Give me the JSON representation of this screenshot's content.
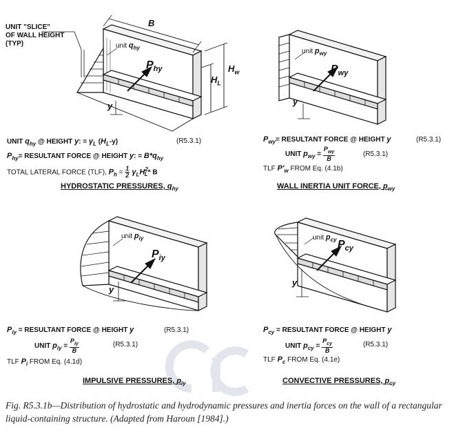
{
  "diagram": {
    "callout": {
      "line1": "UNIT \"SLICE\"",
      "line2": "OF WALL HEIGHT",
      "line3": "(TYP)"
    },
    "panels": {
      "hydrostatic": {
        "dim_B": "B",
        "dim_HW": "H",
        "dim_HW_sub": "w",
        "dim_HL": "H",
        "dim_HL_sub": "L",
        "unit_label": "unit",
        "unit_sym": "q",
        "unit_sub": "hy",
        "force_sym": "P",
        "force_sub": "hy",
        "y_label": "y",
        "eq1": "UNIT q hy @ HEIGHT y: = γ L (H L -y)",
        "eq1_parts": [
          "UNIT ",
          "q",
          "hy",
          " @  HEIGHT ",
          "y",
          ":  = ",
          "γ",
          "L",
          " (",
          "H",
          "L",
          "-y)"
        ],
        "eq2_parts": [
          "P",
          "hy",
          "= RESULTANT FORCE @ HEIGHT ",
          "y",
          ":  = ",
          "B*q",
          "hy"
        ],
        "eq3_parts": [
          "TOTAL LATERAL FORCE (TLF), ",
          "P",
          "h",
          " = ",
          "1",
          "2",
          " γ",
          "L",
          "H",
          "2",
          "L",
          "* B"
        ],
        "ref": "(R5.3.1)",
        "title_parts": [
          "HYDROSTATIC PRESSURES,  ",
          "q",
          "hy"
        ]
      },
      "wall_inertia": {
        "unit_label": "unit",
        "unit_sym": "p",
        "unit_sub": "wy",
        "force_sym": "P",
        "force_sub": "wy",
        "y_label": "y",
        "eq1_parts": [
          "P",
          "wy",
          "= RESULTANT FORCE @ HEIGHT ",
          "y"
        ],
        "ref1": "(R5.3.1)",
        "eq2_prefix": "UNIT ",
        "eq2_sym": "p",
        "eq2_sub": "wy",
        "eq2_num": "P",
        "eq2_num_sub": "wy",
        "eq2_den": "B",
        "ref2": "(R5.3.1)",
        "tlf_parts": [
          "TLF  ",
          "P'",
          "w",
          "  FROM  Eq. (4.1b)"
        ],
        "title_parts": [
          "WALL INERTIA UNIT FORCE, ",
          "p",
          "wy"
        ]
      },
      "impulsive": {
        "unit_label": "unit",
        "unit_sym": "p",
        "unit_sub": "iy",
        "force_sym": "P",
        "force_sub": "iy",
        "y_label": "y",
        "eq1_parts": [
          "P",
          "iy",
          " = RESULTANT FORCE @ HEIGHT ",
          "y"
        ],
        "ref1": "(R5.3.1)",
        "eq2_prefix": "UNIT ",
        "eq2_sym": "p",
        "eq2_sub": "iy",
        "eq2_num": "P",
        "eq2_num_sub": "iy",
        "eq2_den": "B",
        "ref2": "(R5.3.1)",
        "tlf_parts": [
          "TLF  ",
          "P",
          "i",
          "  FROM  Eq. (4.1d)"
        ],
        "title_parts": [
          "IMPULSIVE PRESSURES, ",
          "p",
          "iy"
        ]
      },
      "convective": {
        "unit_label": "unit",
        "unit_sym": "p",
        "unit_sub": "cy",
        "force_sym": "P",
        "force_sub": "cy",
        "y_label": "y",
        "eq1_parts": [
          "P",
          "cy",
          " = RESULTANT FORCE @ HEIGHT ",
          "y"
        ],
        "eq2_prefix": "UNIT ",
        "eq2_sym": "p",
        "eq2_sub": "cy",
        "eq2_num": "P",
        "eq2_num_sub": "cy",
        "eq2_den": "B",
        "ref2": "(R5.3.1)",
        "tlf_parts": [
          "TLF  ",
          "P",
          "c",
          "  FROM  Eq. (4.1e)"
        ],
        "title_parts": [
          "CONVECTIVE PRESSURES, ",
          "p",
          "cy"
        ]
      }
    },
    "caption": "Fig. R5.3.1b—Distribution of hydrostatic and hydrodynamic pressures and inertia forces on the wall of a rectangular liquid-containing structure. (Adapted from Haroun [1984].)"
  },
  "colors": {
    "ink": "#111111",
    "caption": "#222222",
    "watermark": "#1a3a6a"
  }
}
